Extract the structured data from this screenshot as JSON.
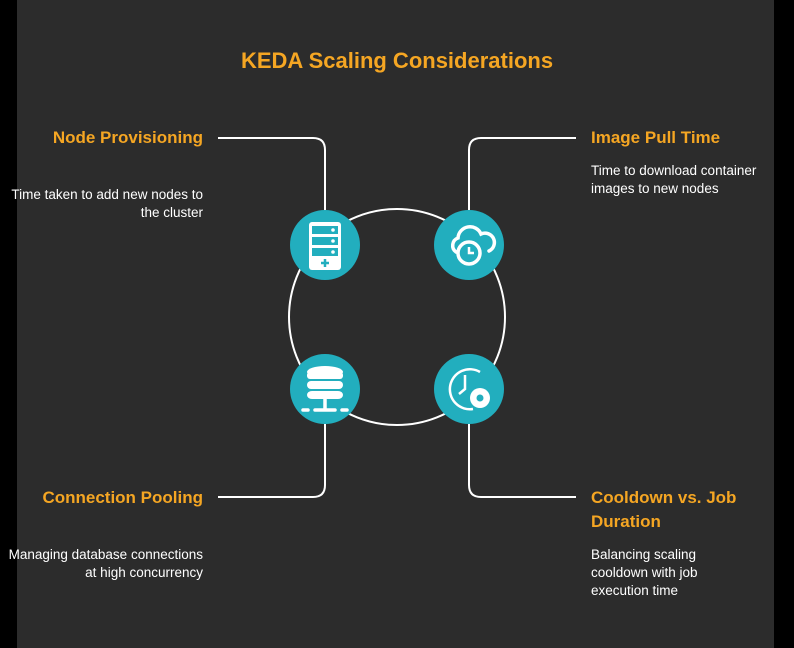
{
  "title": "KEDA Scaling Considerations",
  "items": [
    {
      "heading": "Node Provisioning",
      "description": "Time taken to add new nodes to the cluster",
      "icon": "server-add-icon"
    },
    {
      "heading": "Image Pull Time",
      "description": "Time to download container images to new nodes",
      "icon": "cloud-clock-icon"
    },
    {
      "heading": "Connection Pooling",
      "description": "Managing database connections at high concurrency",
      "icon": "database-network-icon"
    },
    {
      "heading": "Cooldown vs. Job Duration",
      "description": "Balancing scaling cooldown with job execution time",
      "icon": "clock-gear-icon"
    }
  ],
  "colors": {
    "accent": "#f5a623",
    "icon_bg": "#22aebe",
    "background": "#2c2c2c"
  }
}
